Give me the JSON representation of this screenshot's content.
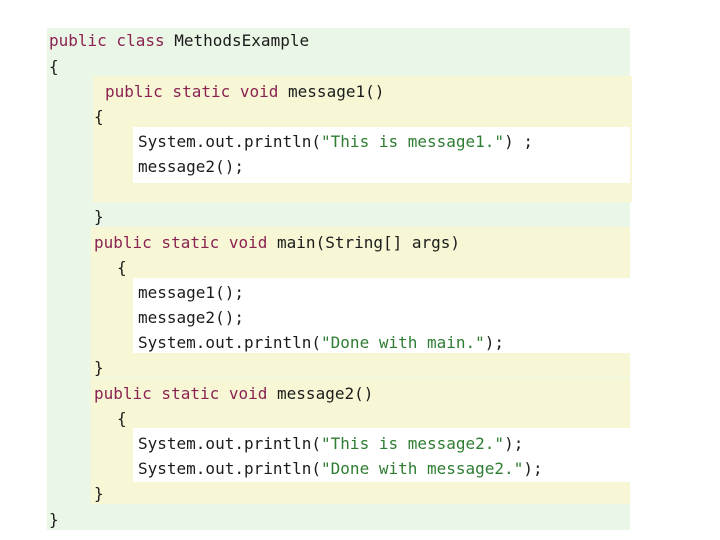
{
  "code": {
    "class_header": {
      "keywords": "public class ",
      "name": "MethodsExample"
    },
    "class_open": "{",
    "class_close": "}",
    "message1": {
      "header_keywords": "public static void ",
      "header_name": "message1()",
      "open": "{",
      "close": "}",
      "body": [
        {
          "prefix": "System.out.println(",
          "string": "\"This is message1.\"",
          "suffix": ") ;"
        },
        {
          "plain": "message2();"
        }
      ]
    },
    "main": {
      "header_keywords": "public static void ",
      "header_name": "main(String[] args)",
      "open": "{",
      "close": "}",
      "body": [
        {
          "plain": "message1();"
        },
        {
          "plain": "message2();"
        },
        {
          "prefix": "System.out.println(",
          "string": "\"Done with main.\"",
          "suffix": ");"
        }
      ]
    },
    "message2": {
      "header_keywords": "public static void ",
      "header_name": "message2()",
      "open": "{",
      "close": "}",
      "body": [
        {
          "prefix": "System.out.println(",
          "string": "\"This is message2.\"",
          "suffix": ");"
        },
        {
          "prefix": "System.out.println(",
          "string": "\"Done with message2.\"",
          "suffix": ");"
        }
      ]
    }
  },
  "colors": {
    "class_background": "#eaf6e6",
    "method_background": "#f7f7d6",
    "body_background": "#ffffff",
    "keyword": "#8a2252",
    "string": "#2e7d32"
  }
}
